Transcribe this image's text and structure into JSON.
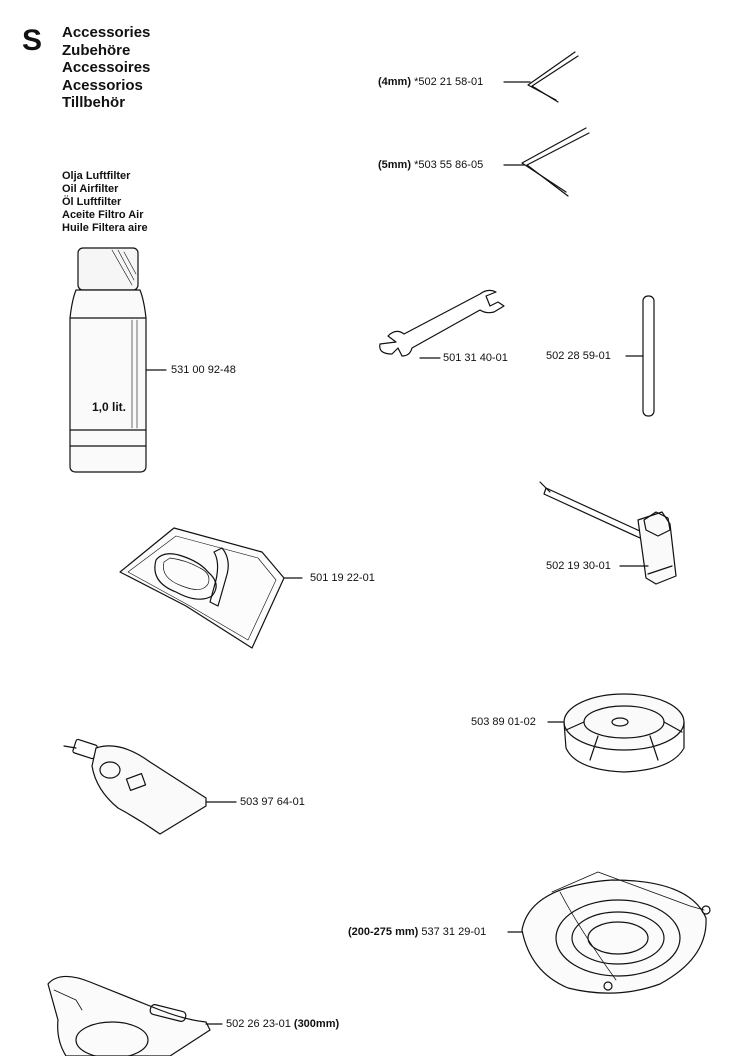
{
  "header": {
    "section_letter": "S",
    "titles": [
      "Accessories",
      "Zubehöre",
      "Accessoires",
      "Acessorios",
      "Tillbehör"
    ]
  },
  "oil_block": {
    "titles": [
      "Olja Luftfilter",
      "Oil Airfilter",
      "Öl Luftfilter",
      "Aceite Filtro Air",
      "Huile Filtera aire"
    ],
    "bottle_text": "1,0 lit."
  },
  "parts": [
    {
      "name": "hex-key-4mm",
      "prefix": "(4mm)",
      "number": "*502 21 58-01",
      "suffix": ""
    },
    {
      "name": "hex-key-5mm",
      "prefix": "(5mm)",
      "number": "*503 55 86-05",
      "suffix": ""
    },
    {
      "name": "oil-bottle",
      "prefix": "",
      "number": "531 00 92-48",
      "suffix": ""
    },
    {
      "name": "open-end-wrench",
      "prefix": "",
      "number": "501 31 40-01",
      "suffix": ""
    },
    {
      "name": "pin-rod",
      "prefix": "",
      "number": "502 28 59-01",
      "suffix": ""
    },
    {
      "name": "combination-spanner",
      "prefix": "",
      "number": "502 19 30-01",
      "suffix": ""
    },
    {
      "name": "harness-bag",
      "prefix": "",
      "number": "501 19 22-01",
      "suffix": ""
    },
    {
      "name": "spool-cap",
      "prefix": "",
      "number": "503 89 01-02",
      "suffix": ""
    },
    {
      "name": "grease-tube",
      "prefix": "",
      "number": "503 97 64-01",
      "suffix": ""
    },
    {
      "name": "trimmer-guard",
      "prefix": "(200-275 mm)",
      "number": "537 31 29-01",
      "suffix": ""
    },
    {
      "name": "blade-guard",
      "prefix": "",
      "number": "502 26 23-01",
      "suffix": "(300mm)"
    }
  ]
}
